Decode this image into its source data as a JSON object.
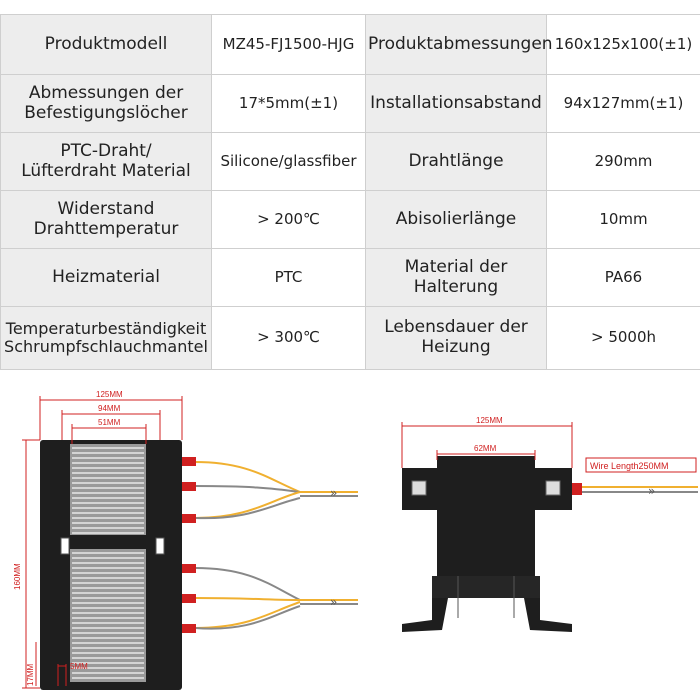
{
  "table": {
    "rows": [
      [
        "Produktmodell",
        "MZ45-FJ1500-HJG",
        "Produktabmessungen",
        "160x125x100(±1)"
      ],
      [
        "Abmessungen der\nBefestigungslöcher",
        "17*5mm(±1)",
        "Installationsabstand",
        "94x127mm(±1)"
      ],
      [
        "PTC-Draht/\nLüfterdraht Material",
        "Silicone/glassfiber",
        "Drahtlänge",
        "290mm"
      ],
      [
        "Widerstand\nDrahttemperatur",
        "> 200℃",
        "Abisolierlänge",
        "10mm"
      ],
      [
        "Heizmaterial",
        "PTC",
        "Material der\nHalterung",
        "PA66"
      ],
      [
        "Temperaturbeständigkeit\nSchrumpfschlauchmantel",
        "> 300℃",
        "Lebensdauer der\nHeizung",
        "> 5000h"
      ]
    ]
  },
  "diagram": {
    "front": {
      "dim_width": "125MM",
      "dim_mount": "94MM",
      "dim_inner": "51MM",
      "dim_height": "160MM",
      "dim_hole_h": "17MM",
      "dim_hole_w": "5MM"
    },
    "side": {
      "dim_width": "125MM",
      "dim_inner": "62MM",
      "wire_length": "Wire Length250MM"
    }
  },
  "colors": {
    "label_bg": "#ededed",
    "border": "#cfcfcf",
    "dimension": "#d02020",
    "wire_yellow": "#f0b030",
    "heater_black": "#1e1e1e"
  }
}
